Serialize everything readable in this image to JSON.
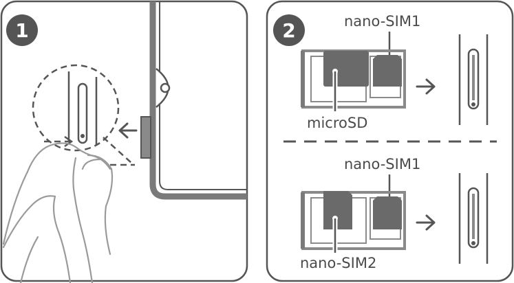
{
  "panels": [
    {
      "step": "1"
    },
    {
      "step": "2",
      "config_top": {
        "label_sim1": "nano-SIM1",
        "label_card": "microSD"
      },
      "config_bottom": {
        "label_sim1": "nano-SIM1",
        "label_card": "nano-SIM2"
      }
    }
  ],
  "colors": {
    "line": "#555555",
    "card": "#6a6a6a",
    "tray": "#8a8a8a",
    "phone": "#7a7a7a"
  }
}
